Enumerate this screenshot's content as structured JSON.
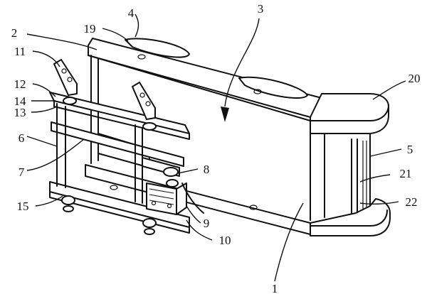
{
  "figure": {
    "labels": {
      "l1": "1",
      "l2": "2",
      "l3": "3",
      "l4": "4",
      "l5": "5",
      "l6": "6",
      "l7": "7",
      "l8": "8",
      "l9": "9",
      "l10": "10",
      "l11": "11",
      "l12": "12",
      "l13": "13",
      "l14": "14",
      "l15": "15",
      "l19": "19",
      "l20": "20",
      "l21": "21",
      "l22": "22"
    }
  }
}
